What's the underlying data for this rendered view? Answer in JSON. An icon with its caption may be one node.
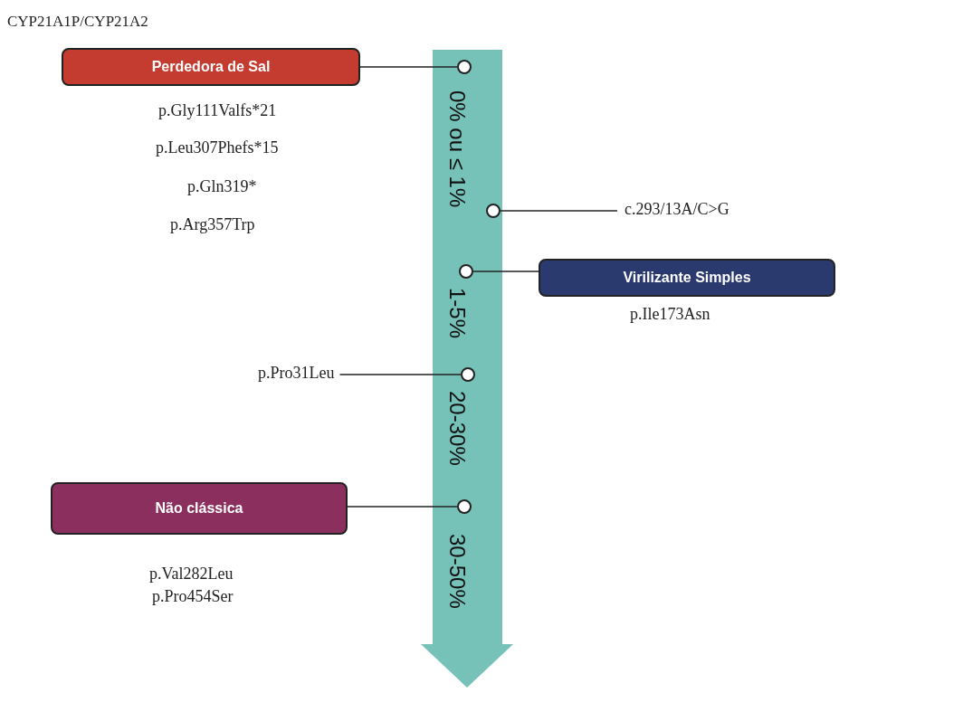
{
  "diagram": {
    "title": "CYP21A1P/CYP21A2",
    "nodes": [
      {
        "text": [
          "Perdedora de Sal"
        ],
        "beside": [
          "p.Gly111Valfs*21",
          "p.Leu307Phefs*15",
          "p.Gln319*",
          "p.Arg357Trp"
        ]
      },
      {
        "text": [
          "0% ou ≤ 1%",
          "1-5%",
          "20-30%",
          "30-50%"
        ]
      },
      {
        "text": [],
        "shape": "circle",
        "in": 1
      },
      {
        "text": [],
        "shape": "circle",
        "in": 1
      },
      {
        "text": [
          "c.293/13A/C>G"
        ]
      },
      {
        "text": [],
        "shape": "circle",
        "in": 1
      },
      {
        "text": [
          "Virilizante Simples"
        ],
        "beside": [
          "p.Ile173Asn"
        ]
      },
      {
        "text": [
          "p.Pro31Leu"
        ]
      },
      {
        "text": [],
        "shape": "circle",
        "in": 1
      },
      {
        "text": [
          "Não clássica"
        ],
        "beside": [
          "p.Val282Leu",
          "p.Pro454Ser"
        ]
      },
      {
        "text": [],
        "shape": "circle",
        "in": 1
      }
    ],
    "edges": [
      {
        "from": 0,
        "to": 2,
        "arrow": "none"
      },
      {
        "from": 4,
        "to": 3,
        "arrow": "none"
      },
      {
        "from": 6,
        "to": 5,
        "arrow": "none"
      },
      {
        "from": 7,
        "to": 8,
        "arrow": "none"
      },
      {
        "from": 9,
        "to": 10,
        "arrow": "none"
      }
    ]
  }
}
